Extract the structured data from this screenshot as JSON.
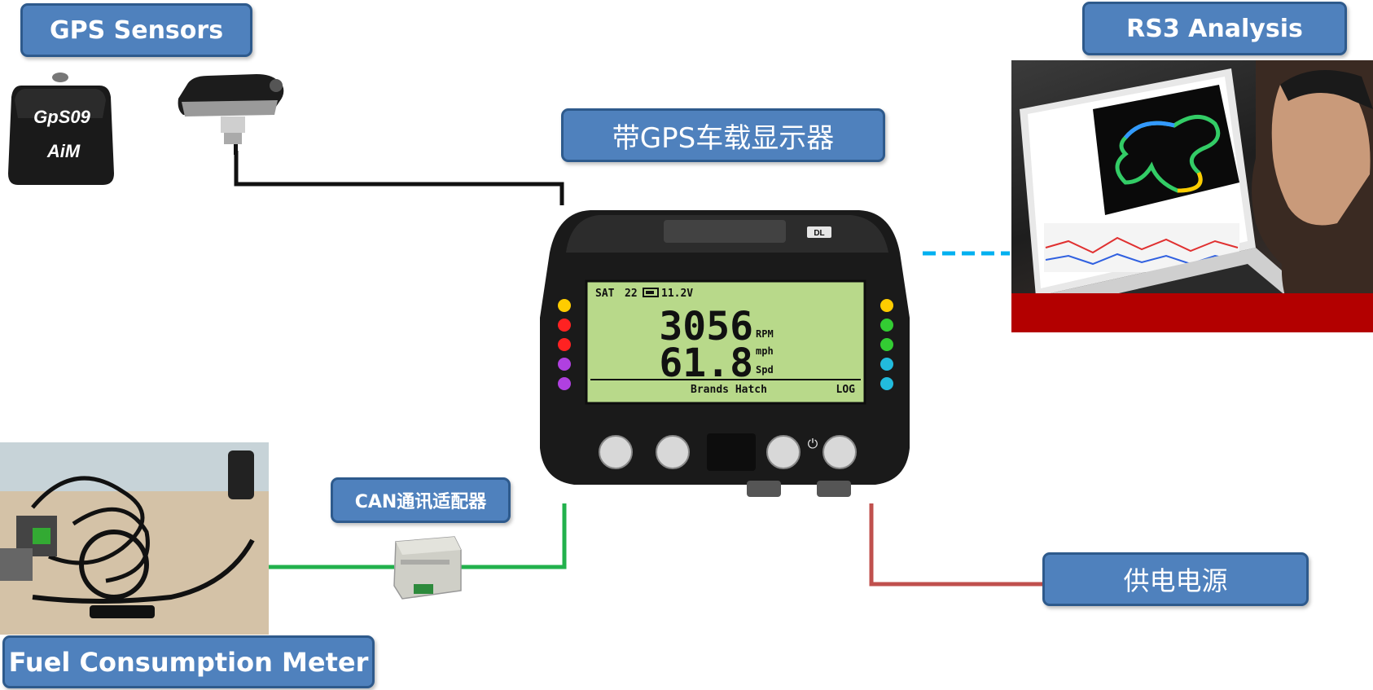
{
  "labels": {
    "gps_sensors": "GPS Sensors",
    "rs3_analysis": "RS3 Analysis",
    "display_unit": "带GPS车载显示器",
    "can_adapter": "CAN通讯适配器",
    "power_supply": "供电电源",
    "fuel_meter": "Fuel Consumption Meter"
  },
  "gps_module": {
    "model": "GpS09",
    "brand": "AiM"
  },
  "dash_screen": {
    "sat_label": "SAT",
    "sat_count": "22",
    "voltage": "11.2V",
    "rpm_value": "3056",
    "rpm_unit": "RPM",
    "speed_value": "61.8",
    "speed_unit_top": "mph",
    "speed_unit_bottom": "Spd",
    "track_name": "Brands Hatch",
    "log_label": "LOG",
    "bezel_badge": "DL"
  },
  "colors": {
    "label_fill": "#4f81bd",
    "label_border": "#2e5a8c",
    "gps_wire": "#111111",
    "can_wire": "#22b14c",
    "power_wire": "#c0504d",
    "link_dashed": "#00b0f0",
    "lcd_green": "#b8d98a"
  }
}
